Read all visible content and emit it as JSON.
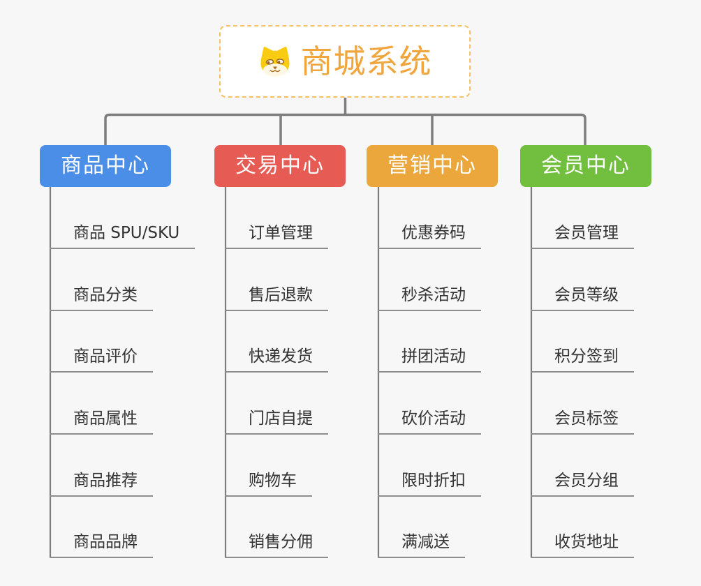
{
  "root": {
    "title": "商城系统",
    "icon": "shiba-dog-icon"
  },
  "branches": [
    {
      "label": "商品中心",
      "color": "#4a8ee8",
      "children": [
        "商品 SPU/SKU",
        "商品分类",
        "商品评价",
        "商品属性",
        "商品推荐",
        "商品品牌"
      ]
    },
    {
      "label": "交易中心",
      "color": "#e75b55",
      "children": [
        "订单管理",
        "售后退款",
        "快递发货",
        "门店自提",
        "购物车",
        "销售分佣"
      ]
    },
    {
      "label": "营销中心",
      "color": "#eba63c",
      "children": [
        "优惠券码",
        "秒杀活动",
        "拼团活动",
        "砍价活动",
        "限时折扣",
        "满减送"
      ]
    },
    {
      "label": "会员中心",
      "color": "#72be3f",
      "children": [
        "会员管理",
        "会员等级",
        "积分签到",
        "会员标签",
        "会员分组",
        "收货地址"
      ]
    }
  ],
  "colors": {
    "background": "#f7f7f7",
    "connector": "#7d7d7d",
    "underline": "#8d8d8d",
    "leaf_text": "#333333",
    "root_border": "#f6c066",
    "root_text": "#f0a63c"
  }
}
